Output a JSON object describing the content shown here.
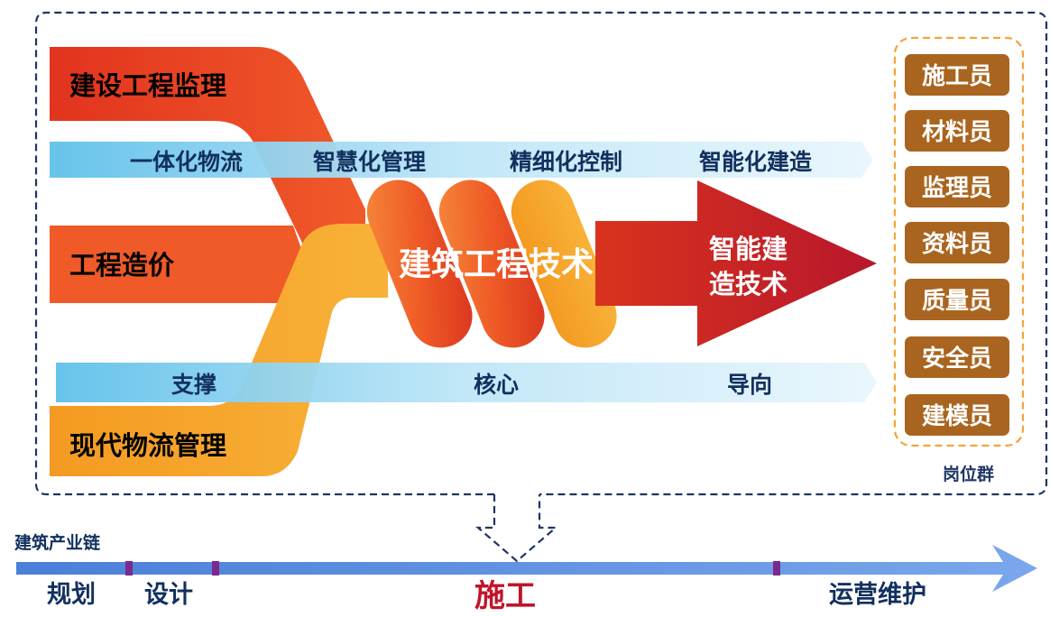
{
  "left_disciplines": {
    "supervision": "建设工程监理",
    "cost": "工程造价",
    "logistics": "现代物流管理"
  },
  "top_band": [
    "一体化物流",
    "智慧化管理",
    "精细化控制",
    "智能化建造"
  ],
  "bottom_band": [
    "支撑",
    "核心",
    "导向"
  ],
  "core": {
    "label": "建筑工程技术",
    "target_line1": "智能建",
    "target_line2": "造技术"
  },
  "positions": {
    "items": [
      "施工员",
      "材料员",
      "监理员",
      "资料员",
      "质量员",
      "安全员",
      "建模员"
    ],
    "group_label": "岗位群"
  },
  "chain": {
    "title": "建筑产业链",
    "stages": [
      "规划",
      "设计",
      "施工",
      "运营维护"
    ]
  },
  "colors": {
    "red": "#e23a22",
    "orange": "#f59a23",
    "dark_red": "#c0232f",
    "band_blue": "#8fd3f0",
    "position_brown": "#a9651f",
    "chain_blue": "#5b8ee0",
    "frame": "#1f3564",
    "accent_red_text": "#c0142b"
  }
}
